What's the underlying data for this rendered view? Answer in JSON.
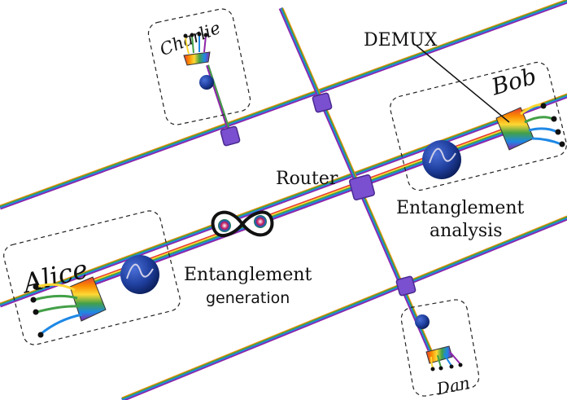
{
  "nodes": {
    "alice": "Alice",
    "bob": "Bob",
    "charlie": "Charlie",
    "dan": "Dan"
  },
  "labels": {
    "demux": "DEMUX",
    "router": "Router",
    "entanglement_analysis_line1": "Entanglement",
    "entanglement_analysis_line2": "analysis",
    "entanglement_generation_line1": "Entanglement",
    "entanglement_generation_line2": "generation"
  },
  "colors": {
    "router_box": "#7a4fd0",
    "detector_sphere": "#1f3f9e",
    "fiber_stripes": [
      "#e53935",
      "#fb8c00",
      "#fdd835",
      "#43a047",
      "#1e88e5",
      "#8e24aa"
    ]
  }
}
